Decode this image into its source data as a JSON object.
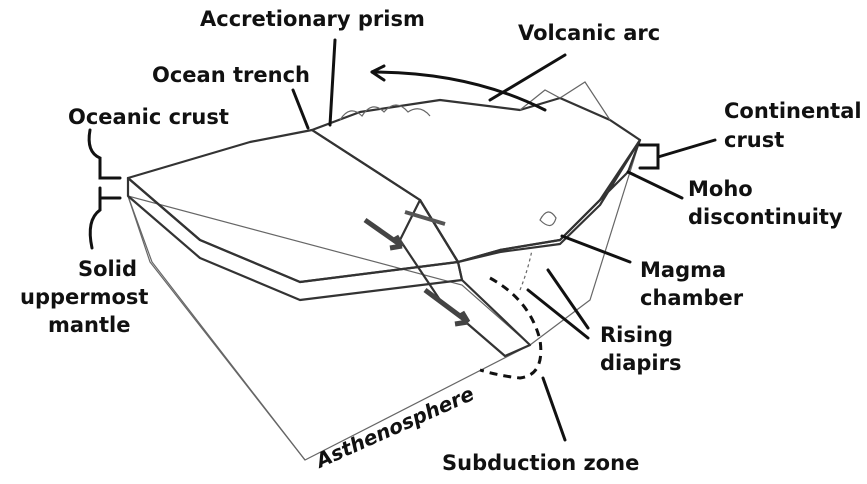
{
  "labels": {
    "accretionary_prism": "Accretionary prism",
    "volcanic_arc": "Volcanic arc",
    "ocean_trench": "Ocean trench",
    "oceanic_crust": "Oceanic crust",
    "continental_crust_line1": "Continental",
    "continental_crust_line2": "crust",
    "moho_line1": "Moho",
    "moho_line2": "discontinuity",
    "magma_line1": "Magma",
    "magma_line2": "chamber",
    "solid_line1": "Solid",
    "solid_line2": "uppermost",
    "solid_line3": "mantle",
    "rising_line1": "Rising",
    "rising_line2": "diapirs",
    "asthenosphere": "Asthenosphere",
    "subduction_zone": "Subduction zone"
  }
}
